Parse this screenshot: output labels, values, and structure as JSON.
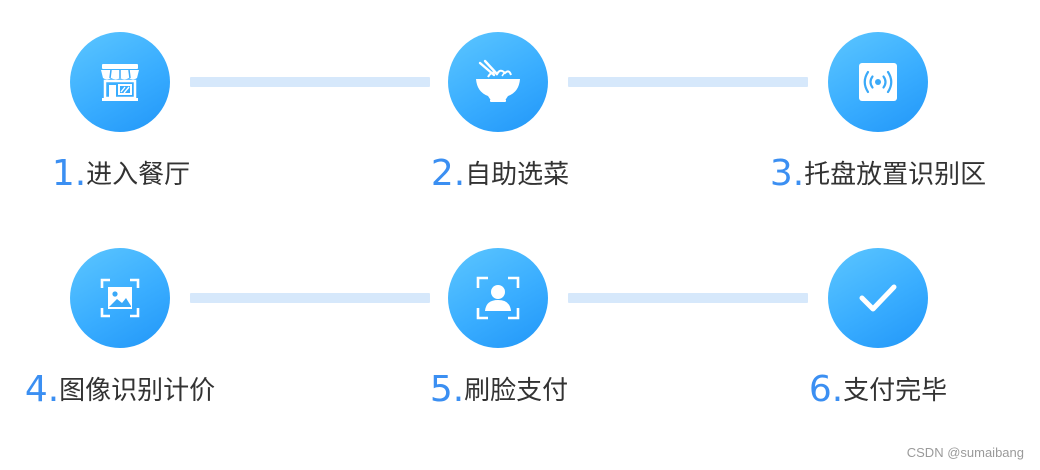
{
  "steps": [
    {
      "num": "1.",
      "text": "进入餐厅",
      "icon": "storefront-icon"
    },
    {
      "num": "2.",
      "text": "自助选菜",
      "icon": "food-bowl-icon"
    },
    {
      "num": "3.",
      "text": "托盘放置识别区",
      "icon": "wireless-signal-icon"
    },
    {
      "num": "4.",
      "text": "图像识别计价",
      "icon": "image-scan-icon"
    },
    {
      "num": "5.",
      "text": "刷脸支付",
      "icon": "face-scan-icon"
    },
    {
      "num": "6.",
      "text": "支付完毕",
      "icon": "checkmark-icon"
    }
  ],
  "colors": {
    "circle": "#39adff",
    "number": "#3b8ff2",
    "text": "#333333",
    "connector": "#d6e8fb"
  },
  "watermark": "CSDN @sumaibang"
}
